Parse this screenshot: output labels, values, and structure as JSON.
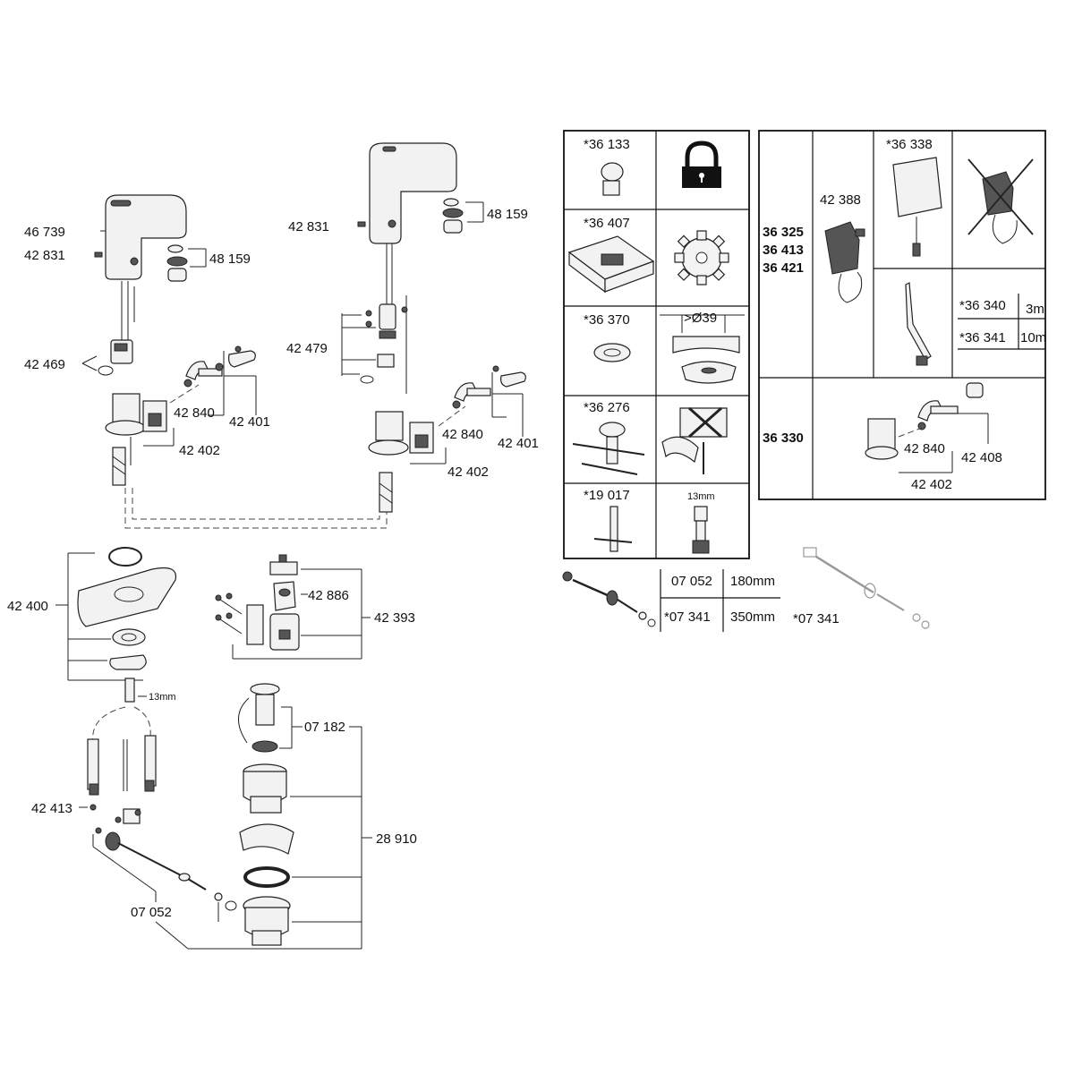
{
  "left_faucet": {
    "label_46739": "46 739",
    "label_42831": "42 831",
    "label_48159": "48 159",
    "label_42469": "42 469",
    "label_42840": "42 840",
    "label_42401": "42 401",
    "label_42402": "42 402"
  },
  "right_faucet": {
    "label_42831": "42 831",
    "label_48159": "48 159",
    "label_42479": "42 479",
    "label_42840": "42 840",
    "label_42401": "42 401",
    "label_42402": "42 402"
  },
  "lower_left": {
    "label_42400": "42 400",
    "label_13mm": "13mm",
    "label_42413": "42 413",
    "label_07052": "07 052"
  },
  "battery_group": {
    "label_42886": "42 886",
    "label_42393": "42 393"
  },
  "waste_group": {
    "label_07182": "07 182",
    "label_28910": "28 910"
  },
  "accessory_grid": {
    "cells": [
      {
        "code": "*36 133",
        "icon": "lock-icon"
      },
      {
        "code": "*36 407",
        "icon": "gear-icon"
      },
      {
        "code": "*36 370",
        "dimension": ">Ø39"
      },
      {
        "code": "*36 276"
      },
      {
        "code": "*19 017",
        "dimension": "13mm"
      }
    ]
  },
  "power_panel": {
    "codes": [
      "36 325",
      "36 413",
      "36 421"
    ],
    "adapter_label": "42 388",
    "box_label": "*36 338",
    "cables": [
      {
        "code": "*36 340",
        "length": "3m"
      },
      {
        "code": "*36 341",
        "length": "10m"
      }
    ],
    "kit_code": "36 330",
    "kit_label_42840": "42 840",
    "kit_label_42408": "42 408",
    "kit_label_42402": "42 402"
  },
  "rod_table": {
    "rows": [
      {
        "code": "07 052",
        "length": "180mm"
      },
      {
        "code": "*07 341",
        "length": "350mm"
      }
    ],
    "extra_label": "*07 341"
  }
}
